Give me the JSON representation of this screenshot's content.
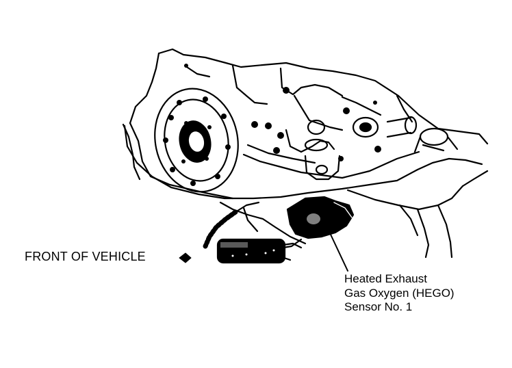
{
  "labels": {
    "front": "FRONT OF VEHICLE",
    "sensor": [
      "Heated Exhaust",
      "Gas Oxygen (HEGO)",
      "Sensor No. 1"
    ]
  },
  "colors": {
    "ink": "#000000",
    "paper": "#ffffff"
  }
}
